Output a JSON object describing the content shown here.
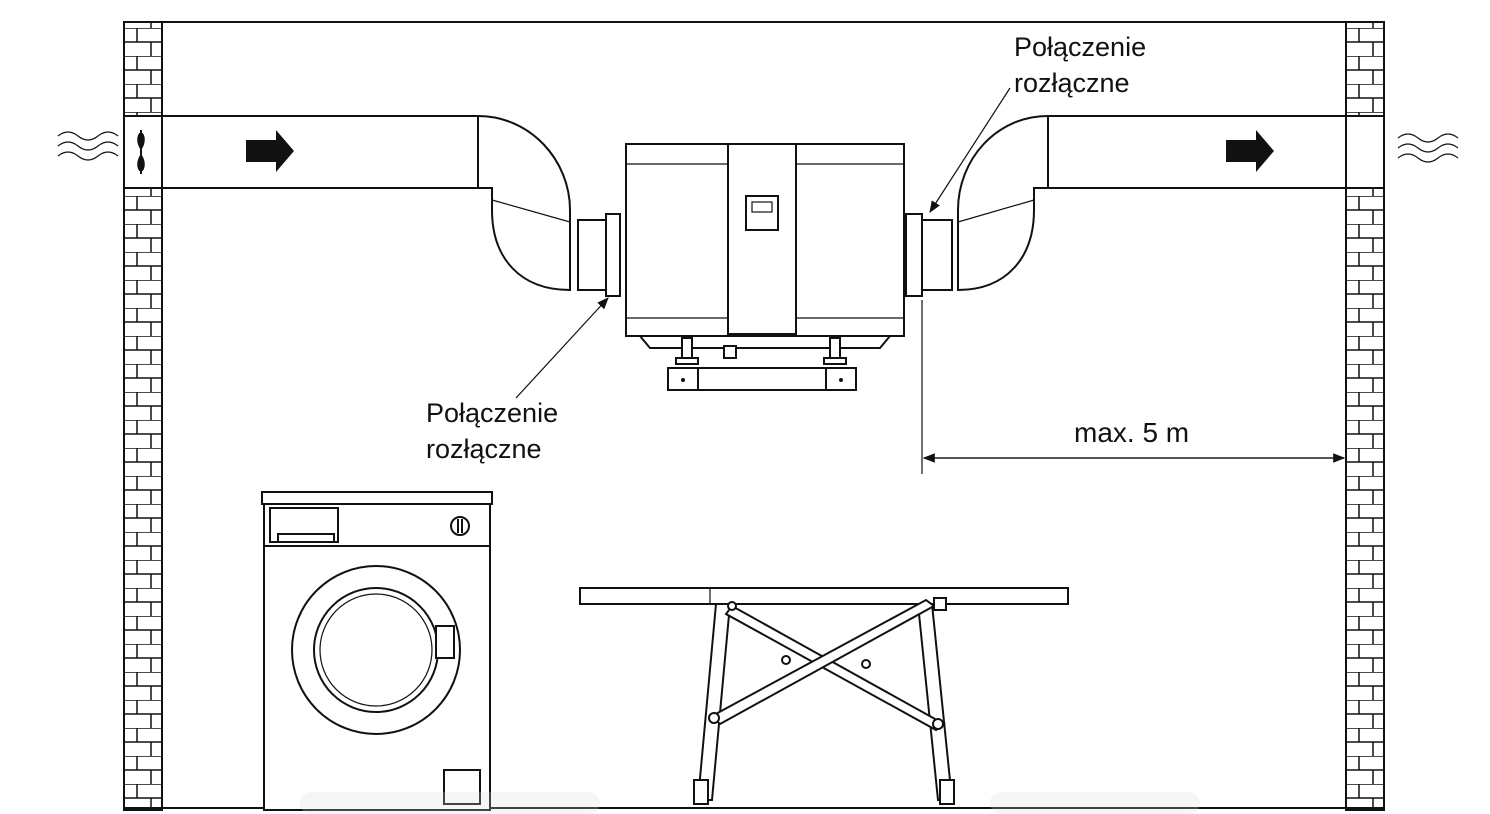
{
  "labels": {
    "top_right_line1": "Połączenie",
    "top_right_line2": "rozłączne",
    "bottom_left_line1": "Połączenie",
    "bottom_left_line2": "rozłączne",
    "distance": "max. 5 m"
  },
  "icons": {
    "wind_left": "wind-waves-icon",
    "wind_right": "wind-waves-icon",
    "fan": "fan-icon",
    "airflow_in": "arrow-right-icon",
    "airflow_out": "arrow-right-icon"
  }
}
